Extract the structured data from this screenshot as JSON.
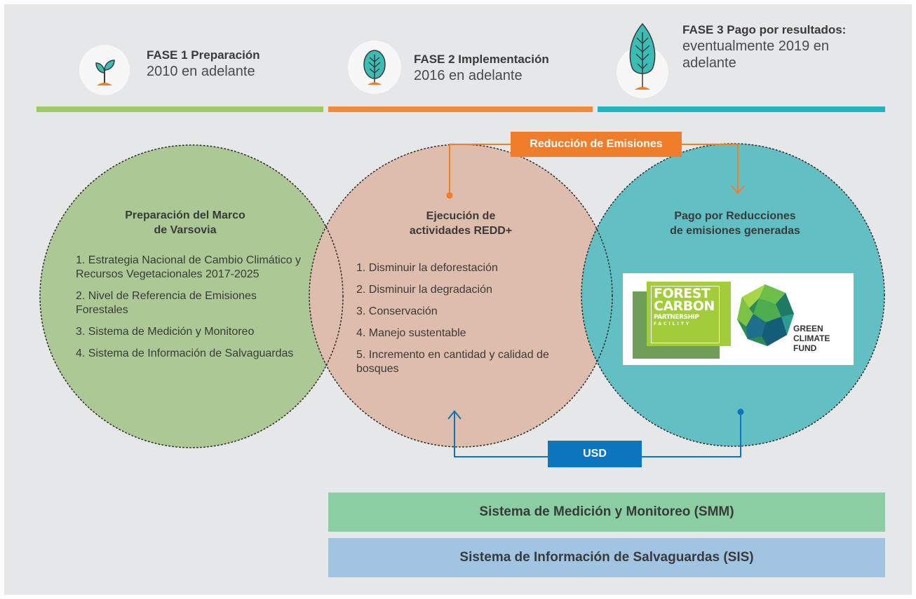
{
  "phases": [
    {
      "title": "FASE 1 Preparación",
      "subtitle": "2010 en adelante"
    },
    {
      "title": "FASE 2 Implementación",
      "subtitle": "2016 en adelante"
    },
    {
      "title": "FASE 3 Pago por resultados:",
      "subtitle_line1": "eventualmente 2019 en",
      "subtitle_line2": "adelante"
    }
  ],
  "colors": {
    "phase1": "#9dca65",
    "phase2": "#ef8a3c",
    "phase3": "#1fb5bf",
    "reduction": "#ef7d2a",
    "usd": "#0c75bd"
  },
  "circles": {
    "left": {
      "title_line1": "Preparación del Marco",
      "title_line2": "de Varsovia",
      "items": [
        "1. Estrategia Nacional de Cambio Climático y Recursos Vegetacionales 2017-2025",
        "2. Nivel de Referencia de Emisiones Forestales",
        "3. Sistema de Medición y Monitoreo",
        "4. Sistema de Información de Salvaguardas"
      ]
    },
    "middle": {
      "title_line1": "Ejecución de",
      "title_line2": "actividades REDD+",
      "items": [
        "1. Disminuir la deforestación",
        "2. Disminuir la degradación",
        "3. Conservación",
        "4. Manejo sustentable",
        "5. Incremento en cantidad y calidad de bosques"
      ]
    },
    "right": {
      "title_line1": "Pago por Reducciones",
      "title_line2": "de emisiones generadas"
    }
  },
  "flows": {
    "reduction_label": "Reducción de Emisiones",
    "usd_label": "USD"
  },
  "logos": {
    "fcpf_line1": "FOREST",
    "fcpf_line2": "CARBON",
    "fcpf_line3": "PARTNERSHIP",
    "fcpf_line4": "FACILITY",
    "gcf_line1": "GREEN",
    "gcf_line2": "CLIMATE",
    "gcf_line3": "FUND"
  },
  "systems": {
    "smm": "Sistema de Medición y Monitoreo (SMM)",
    "sis": "Sistema de Información de Salvaguardas (SIS)"
  }
}
